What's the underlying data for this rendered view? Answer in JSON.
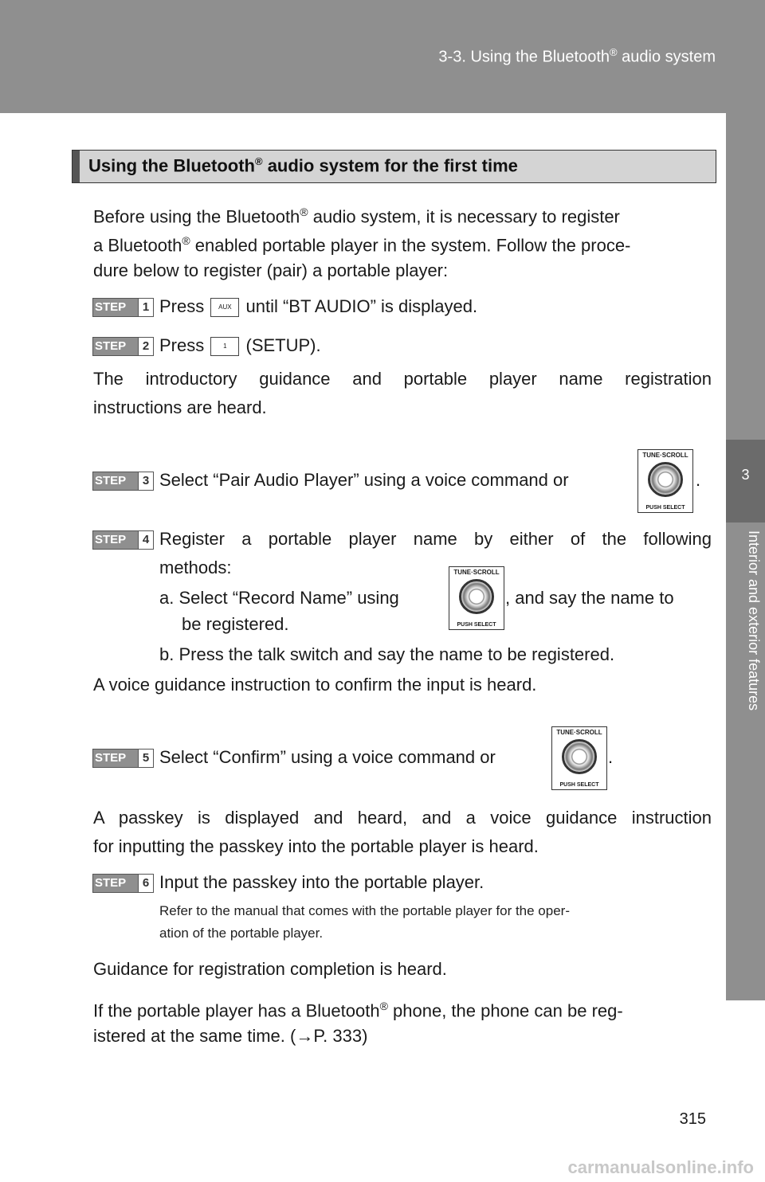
{
  "header": {
    "section": "3-3. Using the Bluetooth",
    "reg": "®",
    "section_tail": " audio system"
  },
  "side_tab": {
    "chapter": "3",
    "label": "Interior and exterior features"
  },
  "section": {
    "title_a": "Using the Bluetooth",
    "reg": "®",
    "title_b": " audio system for the first time"
  },
  "intro": {
    "l1a": "Before using the Bluetooth",
    "l1reg": "®",
    "l1b": " audio system, it is necessary to register",
    "l2a": "a Bluetooth",
    "l2reg": "®",
    "l2b": " enabled portable player in the system. Follow the proce-",
    "l3": "dure below to register (pair) a portable player:"
  },
  "steps": [
    {
      "word": "STEP",
      "num": "1"
    },
    {
      "word": "STEP",
      "num": "2"
    },
    {
      "word": "STEP",
      "num": "3"
    },
    {
      "word": "STEP",
      "num": "4"
    },
    {
      "word": "STEP",
      "num": "5"
    },
    {
      "word": "STEP",
      "num": "6"
    }
  ],
  "keys": {
    "aux": "AUX",
    "one": "1"
  },
  "knob": {
    "top": "TUNE·SCROLL",
    "bottom": "PUSH SELECT"
  },
  "s1": {
    "a": "Press",
    "b": "until “BT AUDIO” is displayed."
  },
  "s2": {
    "a": "Press",
    "b": "(SETUP)."
  },
  "s2_note": {
    "l1": "The introductory guidance and portable player name registration",
    "l2": "instructions are heard."
  },
  "s3": {
    "a": "Select “Pair Audio Player” using a voice command or",
    "b": "."
  },
  "s4": {
    "l1": "Register a portable player name by either of the following",
    "l2": "methods:",
    "a1": "a. Select “Record Name” using",
    "a2": ", and say the name to",
    "a3": "be registered.",
    "b": "b. Press the talk switch and say the name to be registered."
  },
  "s4_note": "A voice guidance instruction to confirm the input is heard.",
  "s5": {
    "a": "Select “Confirm” using a voice command or",
    "b": "."
  },
  "s5_note": {
    "l1": "A passkey is displayed and heard, and a voice guidance instruction",
    "l2": "for inputting the passkey into the portable player is heard."
  },
  "s6": {
    "text": "Input the passkey into the portable player."
  },
  "s6_small": {
    "l1": "Refer to the manual that comes with the portable player for the oper-",
    "l2": "ation of the portable player."
  },
  "end": {
    "l1": "Guidance for registration completion is heard.",
    "l2a": "If the portable player has a Bluetooth",
    "l2reg": "®",
    "l2b": " phone, the phone can be reg-",
    "l3a": "istered at the same time. (",
    "arrow": "→",
    "l3b": "P. 333)"
  },
  "page_number": "315",
  "watermark": "carmanualsonline.info"
}
